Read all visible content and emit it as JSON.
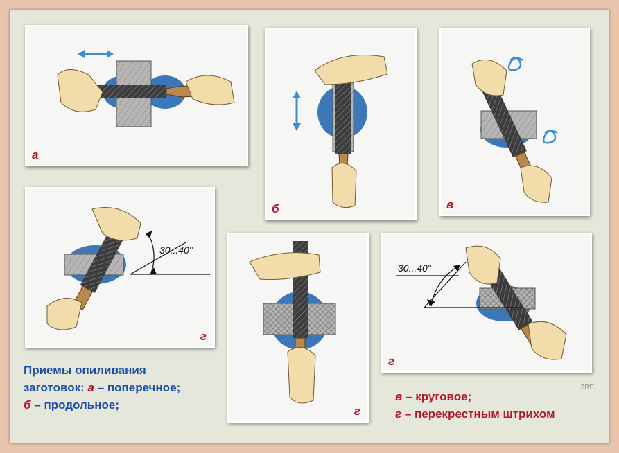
{
  "panels": {
    "a": {
      "letter": "а"
    },
    "b": {
      "letter": "б"
    },
    "v": {
      "letter": "в"
    },
    "g1": {
      "letter": "г",
      "angle": "30...40°"
    },
    "g2": {
      "letter": "г"
    },
    "g3": {
      "letter": "г",
      "angle": "30...40°"
    }
  },
  "caption_left": {
    "line1": "Приемы опиливания",
    "line2_prefix": "заготовок:",
    "line2_letter": "а",
    "line2_text": "– поперечное;",
    "line3_letter": "б",
    "line3_text": "– продольное;"
  },
  "caption_right": {
    "line1_letter": "в",
    "line1_text": "– круговое;",
    "line2_letter": "г",
    "line2_text": "– перекрестным штрихом"
  },
  "watermark": "ЗВЯ",
  "colors": {
    "accent_red": "#b5162b",
    "caption_blue": "#1f4fa3",
    "arrow_blue": "#3d8fd0",
    "vise_blue": "#3c78b8",
    "workpiece_gray": "#a9a9a9",
    "file_dark": "#3c3c3c",
    "handle_brown": "#b8884e",
    "skin": "#f2dcaa"
  }
}
